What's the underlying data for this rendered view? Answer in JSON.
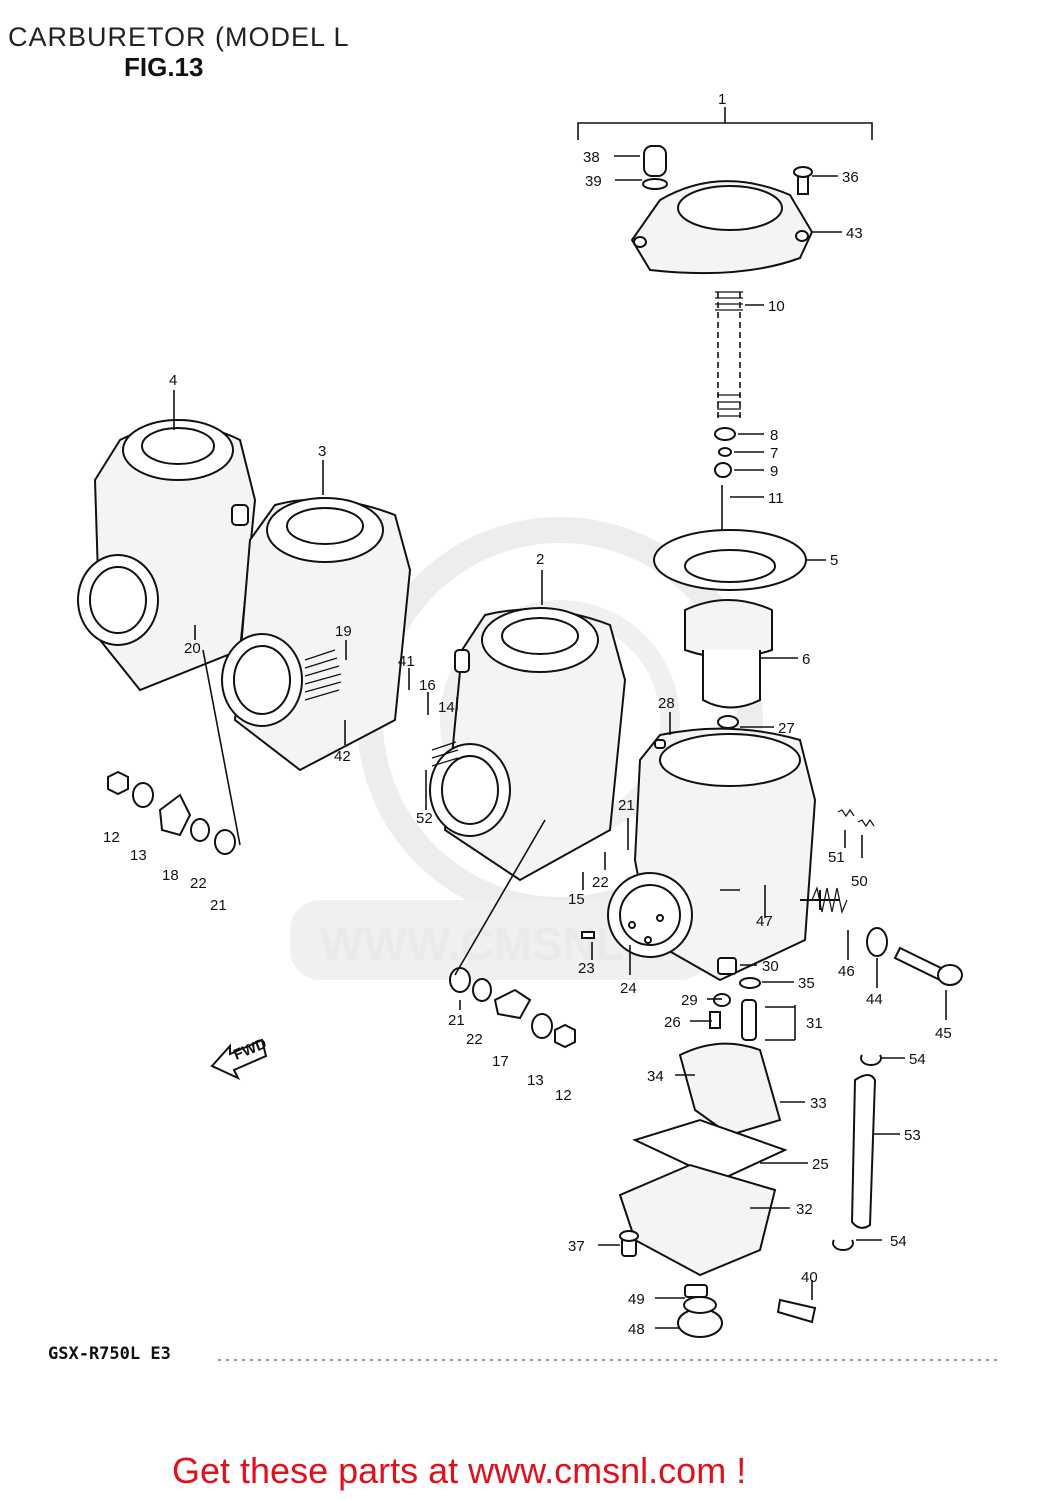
{
  "header": {
    "title": "CARBURETOR (MODEL L",
    "fig": "FIG.13"
  },
  "model_code": "GSX-R750L  E3",
  "watermark": "WWW.CMSNL.COM",
  "cta": "Get these parts at www.cmsnl.com !",
  "fwd_label": "FWD",
  "colors": {
    "cta": "#e0101c",
    "ink": "#111111",
    "watermark": "#e8e8e8"
  },
  "callouts": [
    "1",
    "2",
    "3",
    "4",
    "5",
    "6",
    "7",
    "8",
    "9",
    "10",
    "11",
    "12",
    "12",
    "13",
    "13",
    "14",
    "15",
    "16",
    "17",
    "18",
    "19",
    "20",
    "21",
    "21",
    "21",
    "22",
    "22",
    "22",
    "23",
    "24",
    "25",
    "26",
    "27",
    "28",
    "29",
    "30",
    "31",
    "32",
    "33",
    "34",
    "35",
    "36",
    "37",
    "38",
    "39",
    "40",
    "41",
    "42",
    "43",
    "44",
    "45",
    "46",
    "47",
    "48",
    "49",
    "50",
    "51",
    "52",
    "53",
    "54",
    "54"
  ]
}
